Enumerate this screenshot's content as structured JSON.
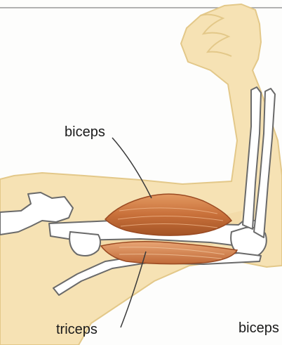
{
  "labels": {
    "biceps": "biceps",
    "triceps": "triceps",
    "biceps_cut": "biceps"
  },
  "colors": {
    "skin": "#f6e2b4",
    "skin_outline": "#e3c889",
    "muscle": "#c8703a",
    "muscle_dark": "#9a4a22",
    "muscle_light": "#e8a574",
    "bone": "#ffffff",
    "bone_outline": "#6a6a6a",
    "leader": "#3a3a3a",
    "top_rule": "#9a9a9a"
  }
}
